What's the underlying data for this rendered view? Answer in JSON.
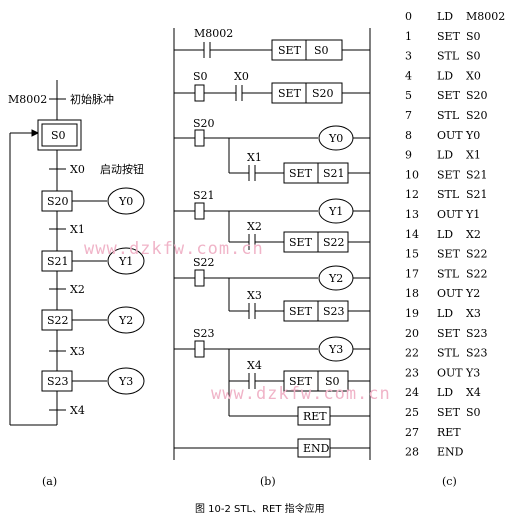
{
  "sfc": {
    "init_signal": "M8002",
    "init_signal_desc": "初始脉冲",
    "initial_step": "S0",
    "start_cond": "X0",
    "start_desc": "启动按钮",
    "steps": [
      {
        "name": "S20",
        "output": "Y0"
      },
      {
        "name": "S21",
        "output": "Y1"
      },
      {
        "name": "S22",
        "output": "Y2"
      },
      {
        "name": "S23",
        "output": "Y3"
      }
    ],
    "transitions": [
      "X1",
      "X2",
      "X3",
      "X4"
    ],
    "label": "(a)"
  },
  "ladder": {
    "init_contact": "M8002",
    "set_label": "SET",
    "rungs": [
      {
        "contact": "S0",
        "cond": "X0",
        "target": "S20"
      },
      {
        "contact": "S20",
        "out": "Y0",
        "cond": "X1",
        "target": "S21"
      },
      {
        "contact": "S21",
        "out": "Y1",
        "cond": "X2",
        "target": "S22"
      },
      {
        "contact": "S22",
        "out": "Y2",
        "cond": "X3",
        "target": "S23"
      },
      {
        "contact": "S23",
        "out": "Y3",
        "cond": "X4",
        "target": "S0"
      }
    ],
    "init_target": "S0",
    "ret_label": "RET",
    "end_label": "END",
    "label": "(b)"
  },
  "program": {
    "rows": [
      {
        "addr": "0",
        "op": "LD",
        "arg": "M8002"
      },
      {
        "addr": "1",
        "op": "SET",
        "arg": "S0"
      },
      {
        "addr": "3",
        "op": "STL",
        "arg": "S0"
      },
      {
        "addr": "4",
        "op": "LD",
        "arg": "X0"
      },
      {
        "addr": "5",
        "op": "SET",
        "arg": "S20"
      },
      {
        "addr": "7",
        "op": "STL",
        "arg": "S20"
      },
      {
        "addr": "8",
        "op": "OUT",
        "arg": "Y0"
      },
      {
        "addr": "9",
        "op": "LD",
        "arg": "X1"
      },
      {
        "addr": "10",
        "op": "SET",
        "arg": "S21"
      },
      {
        "addr": "12",
        "op": "STL",
        "arg": "S21"
      },
      {
        "addr": "13",
        "op": "OUT",
        "arg": "Y1"
      },
      {
        "addr": "14",
        "op": "LD",
        "arg": "X2"
      },
      {
        "addr": "15",
        "op": "SET",
        "arg": "S22"
      },
      {
        "addr": "17",
        "op": "STL",
        "arg": "S22"
      },
      {
        "addr": "18",
        "op": "OUT",
        "arg": "Y2"
      },
      {
        "addr": "19",
        "op": "LD",
        "arg": "X3"
      },
      {
        "addr": "20",
        "op": "SET",
        "arg": "S23"
      },
      {
        "addr": "22",
        "op": "STL",
        "arg": "S23"
      },
      {
        "addr": "23",
        "op": "OUT",
        "arg": "Y3"
      },
      {
        "addr": "24",
        "op": "LD",
        "arg": "X4"
      },
      {
        "addr": "25",
        "op": "SET",
        "arg": "S0"
      },
      {
        "addr": "27",
        "op": "RET",
        "arg": ""
      },
      {
        "addr": "28",
        "op": "END",
        "arg": ""
      }
    ],
    "label": "(c)"
  },
  "watermark": "www.dzkfw.com.cn",
  "caption": "图 10-2   STL、RET 指令应用"
}
